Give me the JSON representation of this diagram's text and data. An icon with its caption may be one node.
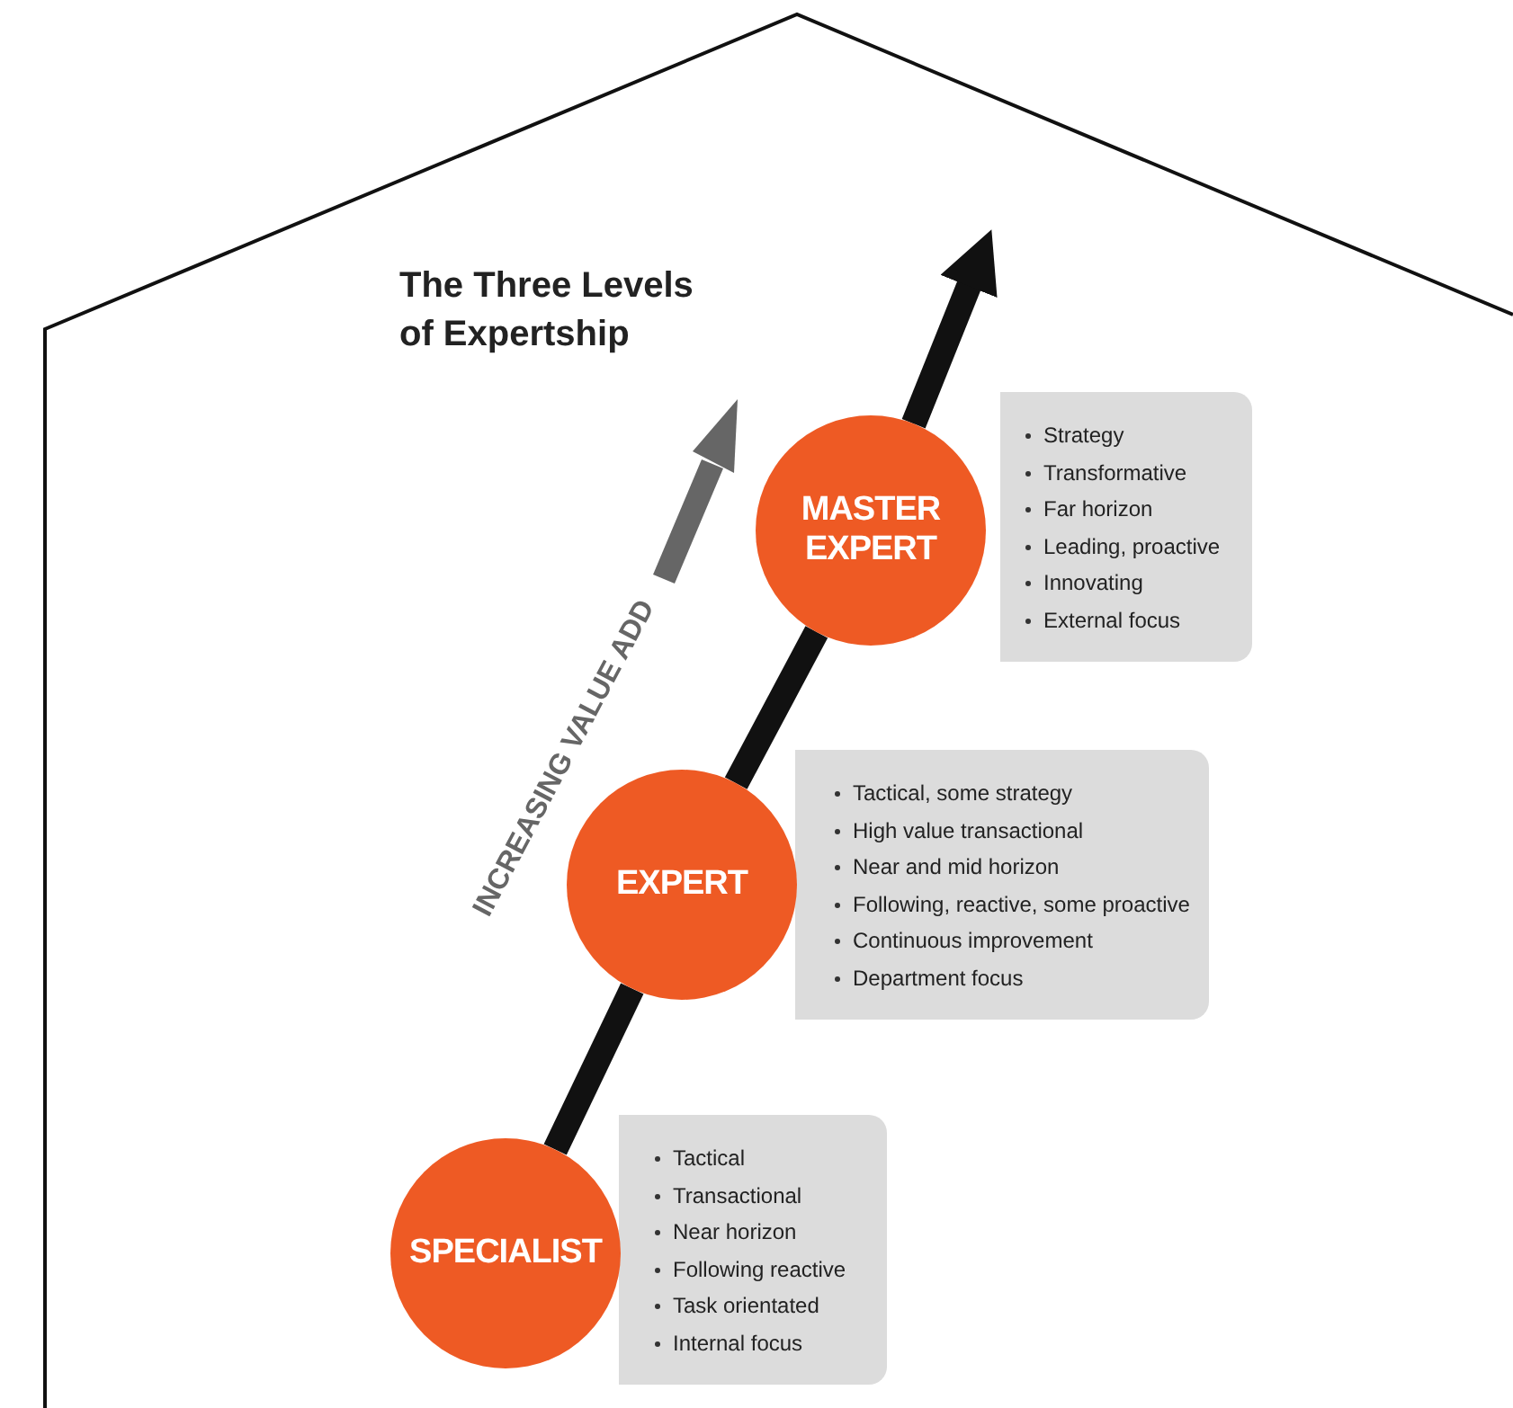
{
  "diagram": {
    "title": "The Three Levels of Expertship",
    "nodes": [
      {
        "text": [
          "MASTER EXPERT"
        ]
      },
      {
        "text": [
          "Strategy",
          "Transformative",
          "Far horizon",
          "Leading, proactive",
          "Innovating",
          "External focus"
        ]
      },
      {
        "text": [
          "EXPERT"
        ]
      },
      {
        "text": [
          "Tactical, some strategy",
          "High value transactional",
          "Near and mid horizon",
          "Following, reactive, some proactive",
          "Continuous improvement",
          "Department focus"
        ]
      },
      {
        "text": [
          "SPECIALIST"
        ]
      },
      {
        "text": [
          "Tactical",
          "Transactional",
          "Near horizon",
          "Following reactive",
          "Task orientated",
          "Internal focus"
        ]
      }
    ],
    "edges": [
      {
        "from": 4,
        "to": 2,
        "arrow": "none"
      },
      {
        "from": 2,
        "to": 0,
        "arrow": "none"
      },
      {
        "from": 0,
        "to": null,
        "arrow": "to"
      }
    ],
    "labels": [
      "INCREASING VALUE ADD"
    ]
  }
}
